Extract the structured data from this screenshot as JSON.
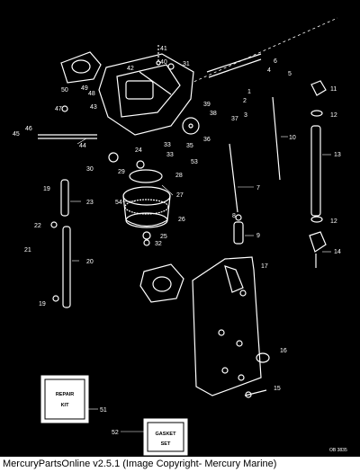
{
  "diagram": {
    "callouts": [
      "1",
      "2",
      "3",
      "4",
      "5",
      "6",
      "7",
      "8",
      "9",
      "10",
      "11",
      "12",
      "12",
      "13",
      "14",
      "15",
      "16",
      "17",
      "19",
      "19",
      "20",
      "21",
      "22",
      "23",
      "24",
      "25",
      "26",
      "27",
      "28",
      "29",
      "30",
      "31",
      "32",
      "33",
      "33",
      "35",
      "36",
      "37",
      "38",
      "39",
      "40",
      "41",
      "42",
      "43",
      "44",
      "45",
      "46",
      "47",
      "48",
      "49",
      "50",
      "51",
      "52",
      "53",
      "54"
    ],
    "kit_labels": {
      "repair_kit": [
        "REPAIR",
        "KIT"
      ],
      "gasket_set": [
        "GASKET",
        "SET"
      ]
    },
    "drawing_code": "OB 3835"
  },
  "footer": {
    "text": "MercuryPartsOnline v2.5.1 (Image Copyright- Mercury Marine)"
  }
}
